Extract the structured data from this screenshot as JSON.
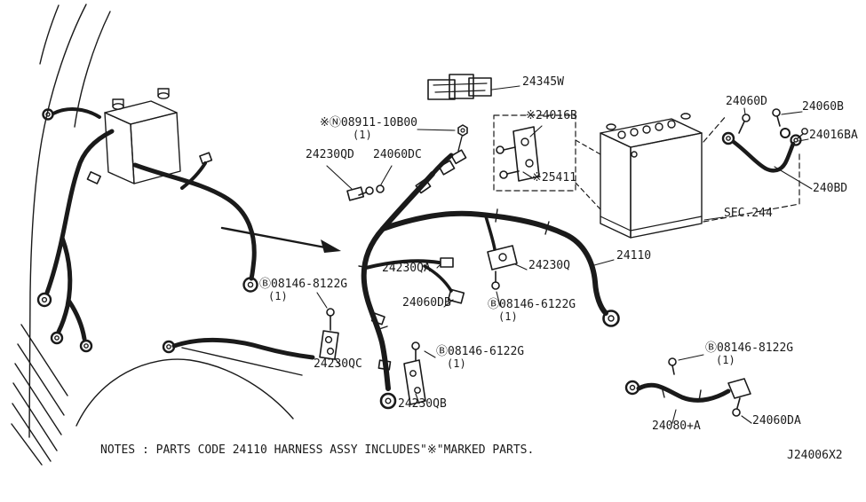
{
  "colors": {
    "ink": "#1a1a1a",
    "background": "#ffffff"
  },
  "diagram": {
    "notes": "NOTES : PARTS CODE 24110 HARNESS ASSY INCLUDES\"※\"MARKED PARTS.",
    "code": "J24006X2"
  },
  "labels": {
    "p24345w": "24345W",
    "n08911": "※Ⓝ08911-10B00",
    "n08911_qty": "(1)",
    "p24016b": "※24016B",
    "p24230qd": "24230QD",
    "p24060dc": "24060DC",
    "p25411": "※25411",
    "p24060d": "24060D",
    "p24060b": "24060B",
    "p24016ba": "24016BA",
    "p240bd": "240BD",
    "sec244": "SEC.244",
    "p24110": "24110",
    "p24230qa": "24230QA",
    "p24230q": "24230Q",
    "p24060db": "24060DB",
    "b8122g_left": "Ⓑ08146-8122G",
    "b8122g_left_qty": "(1)",
    "b6122g_mid": "Ⓑ08146-6122G",
    "b6122g_mid_qty": "(1)",
    "b6122g_low": "Ⓑ08146-6122G",
    "b6122g_low_qty": "(1)",
    "p24230qc": "24230QC",
    "p24230qb": "24230QB",
    "b8122g_right": "Ⓑ08146-8122G",
    "b8122g_right_qty": "(1)",
    "p24080a": "24080+A",
    "p24060da": "24060DA"
  }
}
